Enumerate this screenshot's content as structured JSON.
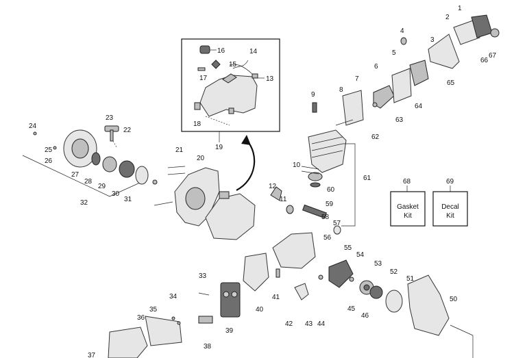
{
  "inset_numbers": [
    "16",
    "14",
    "15",
    "13",
    "17",
    "18"
  ],
  "inset_callout": "19",
  "kits": [
    {
      "number": "68",
      "line1": "Gasket",
      "line2": "Kit"
    },
    {
      "number": "69",
      "line1": "Decal",
      "line2": "Kit"
    }
  ],
  "part_numbers": [
    "1",
    "2",
    "3",
    "4",
    "5",
    "6",
    "7",
    "8",
    "9",
    "10",
    "11",
    "12",
    "20",
    "21",
    "22",
    "23",
    "24",
    "25",
    "26",
    "27",
    "28",
    "29",
    "30",
    "31",
    "32",
    "33",
    "34",
    "35",
    "36",
    "37",
    "38",
    "39",
    "40",
    "41",
    "42",
    "43",
    "44",
    "45",
    "46",
    "50",
    "51",
    "52",
    "53",
    "54",
    "55",
    "56",
    "57",
    "58",
    "59",
    "60",
    "61",
    "62",
    "63",
    "64",
    "65",
    "66",
    "67"
  ]
}
